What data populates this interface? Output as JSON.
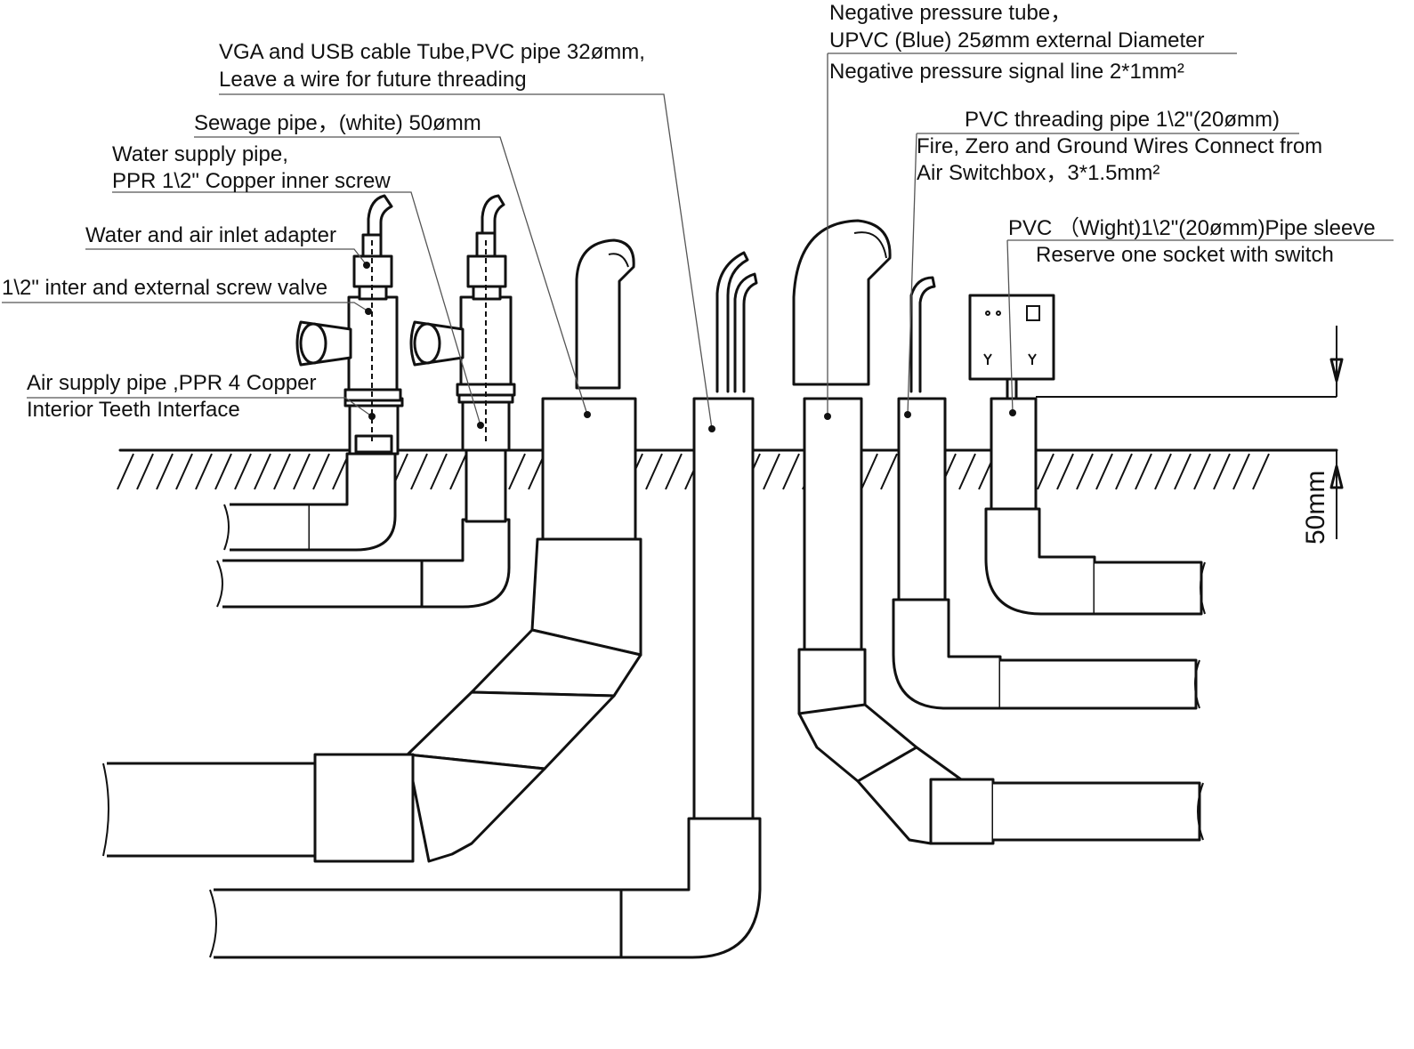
{
  "labels": {
    "vga_usb_tube_1": "VGA and USB cable Tube,PVC pipe 32ømm,",
    "vga_usb_tube_2": "Leave a wire for future threading",
    "sewage_pipe": "Sewage pipe，(white) 50ømm",
    "water_supply_1": "Water supply pipe,",
    "water_supply_2": "PPR 1\\2\" Copper inner screw",
    "water_air_adapter": "Water and air inlet adapter",
    "screw_valve": "1\\2\" inter and external screw valve",
    "air_supply_1": "Air supply pipe ,PPR 4 Copper",
    "air_supply_2": "Interior Teeth Interface",
    "negative_tube_1": "Negative pressure tube，",
    "negative_tube_2": "UPVC (Blue) 25ømm external Diameter",
    "negative_signal": "Negative pressure signal line 2*1mm²",
    "pvc_threading": "PVC threading pipe 1\\2\"(20ømm)",
    "wires_1": "Fire, Zero and Ground Wires Connect from",
    "wires_2": "Air Switchbox，3*1.5mm²",
    "sleeve_1": "PVC （Wight)1\\2\"(20ømm)Pipe sleeve",
    "sleeve_2": "Reserve one socket with switch"
  },
  "dimension": {
    "height_label": "50mm"
  }
}
